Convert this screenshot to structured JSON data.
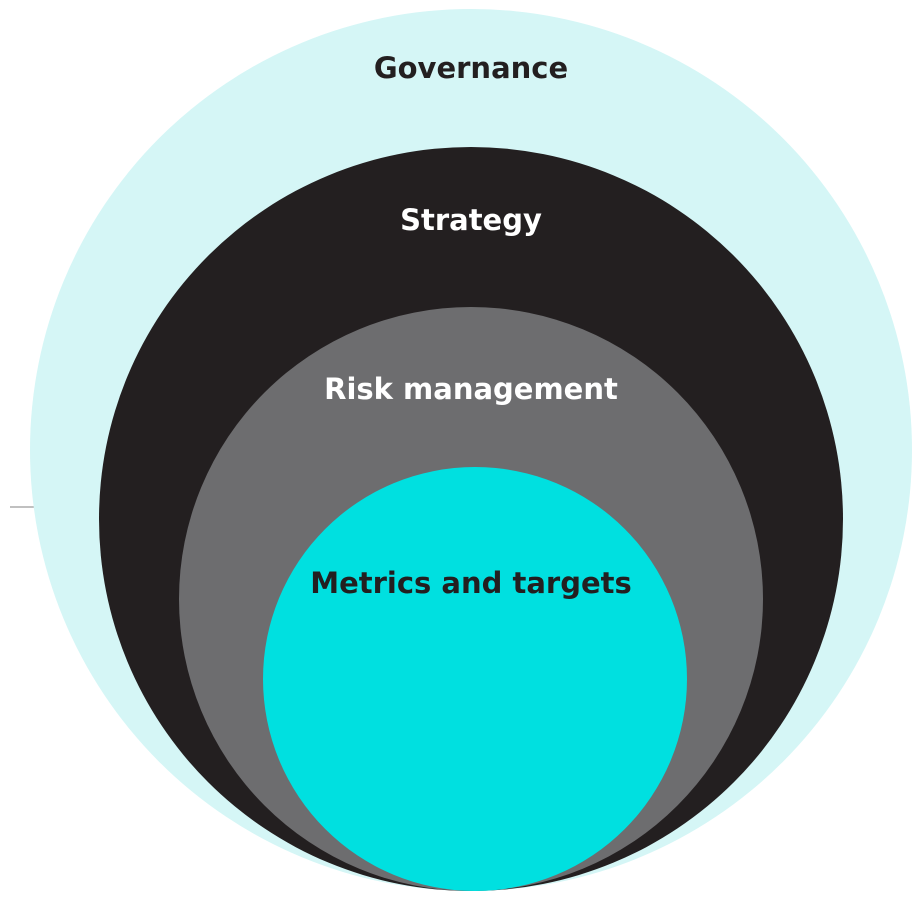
{
  "diagram": {
    "layers": [
      {
        "label": "Governance",
        "fill": "#d5f6f6",
        "text_color": "#231f20"
      },
      {
        "label": "Strategy",
        "fill": "#231f20",
        "text_color": "#ffffff"
      },
      {
        "label": "Risk management",
        "fill": "#6d6d6f",
        "text_color": "#ffffff"
      },
      {
        "label": "Metrics and targets",
        "fill": "#00e0e0",
        "text_color": "#231f20"
      }
    ],
    "divider_color": "#9a9a9a"
  }
}
